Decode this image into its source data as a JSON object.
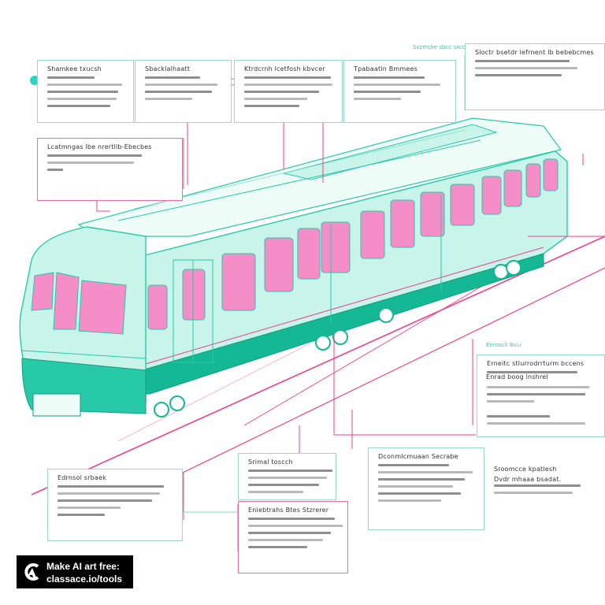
{
  "colors": {
    "teal_body": "#c8f4ea",
    "teal_dark": "#28c9a8",
    "teal_skirt": "#14b894",
    "pink_window": "#f48dc8",
    "pink_line": "#ef3f8c",
    "box_border": "#9ad9c9"
  },
  "watermark": {
    "line1": "Make AI art free:",
    "line2": "classace.io/tools",
    "icon": "classace-logo-icon"
  },
  "labels": {
    "top_right_small": "Svzmcke sbcc sxcc",
    "middle_right_small": "Enroscll lbcu"
  },
  "boxes": [
    {
      "id": "box-top-1",
      "title": "Shamkee txucsh"
    },
    {
      "id": "box-top-2",
      "title": "Sbacklalhaatt"
    },
    {
      "id": "box-top-3",
      "title": "Ktrdcrnh lcetfosh kbvcer"
    },
    {
      "id": "box-top-4",
      "title": "Tpabaatin Bmmees"
    },
    {
      "id": "box-top-right",
      "title": "Sloctr bsetdr lefrnent lb bebebcmes"
    },
    {
      "id": "box-left-mid",
      "title": "Lcatmngas lbe nrertllb-Ebecbes"
    },
    {
      "id": "box-right-mid",
      "title": "Erneitc stlurrodrrturm bccens"
    },
    {
      "id": "box-right-mid-2",
      "title": "Enrad boog lnshrel"
    },
    {
      "id": "box-bottom-1",
      "title": "Edrnsol srbaek"
    },
    {
      "id": "box-bottom-2",
      "title": "Srimal toscch"
    },
    {
      "id": "box-bottom-3",
      "title": "Eniebtrahs Btes Stzrerer"
    },
    {
      "id": "box-bottom-4",
      "title": "Dconmlcmuaan Secrabe"
    },
    {
      "id": "box-bottom-5",
      "title": "Sroomcce kpatlesh"
    },
    {
      "id": "box-bottom-5b",
      "title": "Dvdr mhaaa bsadat."
    }
  ]
}
